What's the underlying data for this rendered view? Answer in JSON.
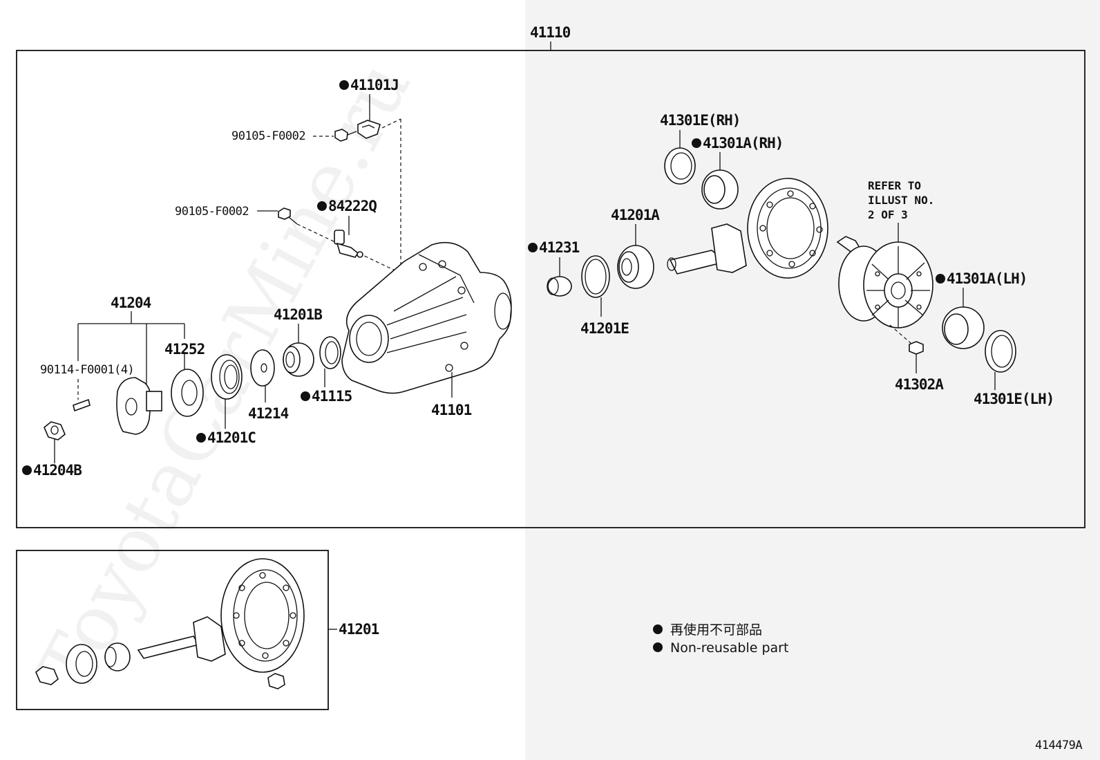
{
  "watermark": "ToyotaCarMine.ru",
  "diagram_id": "414479A",
  "parts": {
    "p41110": "41110",
    "p41101J": "41101J",
    "p90105_top": "90105-F0002",
    "p90105_mid": "90105-F0002",
    "p84222Q": "84222Q",
    "p41204": "41204",
    "p41252": "41252",
    "p90114": "90114-F0001(4)",
    "p41204B": "41204B",
    "p41201C": "41201C",
    "p41214": "41214",
    "p41201B": "41201B",
    "p41115": "41115",
    "p41101": "41101",
    "p41231": "41231",
    "p41201E": "41201E",
    "p41201A": "41201A",
    "p41301E_RH": "41301E(RH)",
    "p41301A_RH": "41301A(RH)",
    "p41301A_LH": "41301A(LH)",
    "p41302A": "41302A",
    "p41301E_LH": "41301E(LH)",
    "p41201": "41201"
  },
  "refer_note": [
    "REFER TO",
    "ILLUST NO.",
    "2 OF 3"
  ],
  "legend": {
    "jp": "再使用不可部品",
    "en": "Non-reusable part"
  }
}
